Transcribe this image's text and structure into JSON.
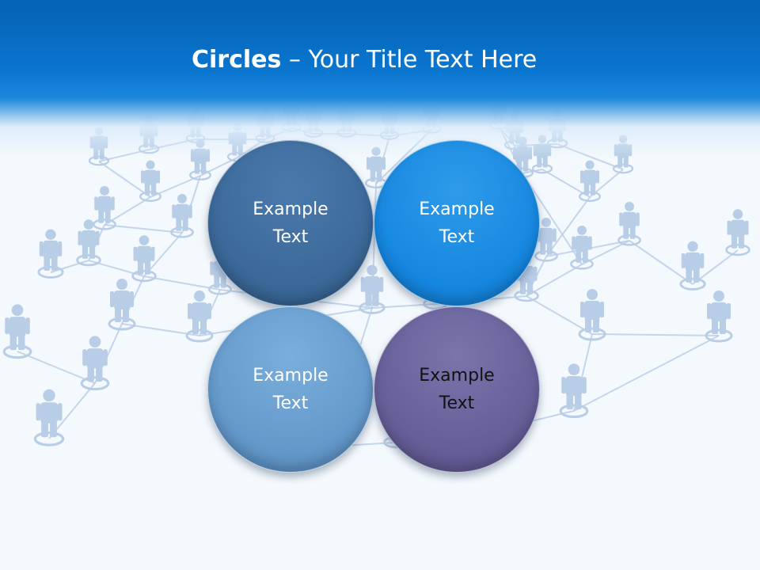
{
  "slide": {
    "title_bold": "Circles",
    "title_rest": " – Your Title Text Here",
    "circles": [
      {
        "label": "Example Text"
      },
      {
        "label": "Example Text"
      },
      {
        "label": "Example Text"
      },
      {
        "label": "Example Text"
      }
    ]
  },
  "colors": {
    "header_blue": "#0a76cf",
    "circle_dark_blue": "#3a6797",
    "circle_bright_blue": "#1687e0",
    "circle_light_blue": "#6499cb",
    "circle_purple": "#655f98",
    "figures": "#b8cde6"
  },
  "icons": [
    "person-figure-icon",
    "network-line"
  ]
}
